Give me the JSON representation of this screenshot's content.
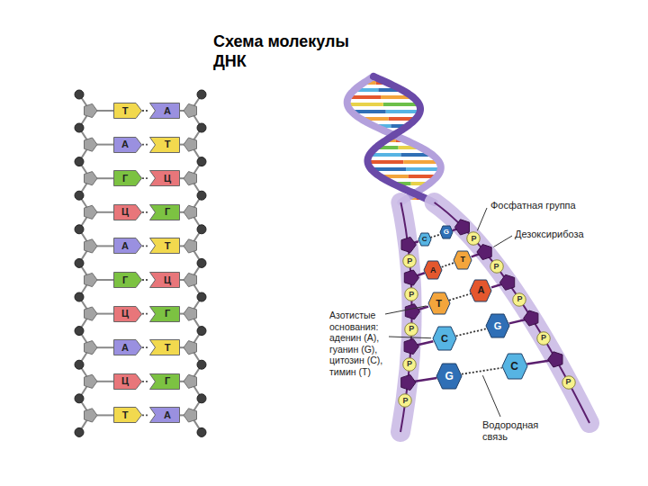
{
  "diagram": {
    "title": "Схема молекулы ДНК",
    "nodes": [
      {
        "text": [
          "Т"
        ]
      },
      {
        "text": [
          "А"
        ]
      },
      {
        "text": [
          "А"
        ]
      },
      {
        "text": [
          "Т"
        ]
      },
      {
        "text": [
          "Г"
        ]
      },
      {
        "text": [
          "Ц"
        ]
      },
      {
        "text": [
          "Ц"
        ]
      },
      {
        "text": [
          "Г"
        ]
      },
      {
        "text": [
          "А"
        ]
      },
      {
        "text": [
          "Т"
        ]
      },
      {
        "text": [
          "Г"
        ]
      },
      {
        "text": [
          "Ц"
        ]
      },
      {
        "text": [
          "Ц"
        ]
      },
      {
        "text": [
          "Г"
        ]
      },
      {
        "text": [
          "А"
        ]
      },
      {
        "text": [
          "Т"
        ]
      },
      {
        "text": [
          "Ц"
        ]
      },
      {
        "text": [
          "Г"
        ]
      },
      {
        "text": [
          "Т"
        ]
      },
      {
        "text": [
          "А"
        ]
      },
      {
        "text": [
          "C"
        ]
      },
      {
        "text": [
          "G"
        ]
      },
      {
        "text": [
          "A"
        ]
      },
      {
        "text": [
          "T"
        ]
      },
      {
        "text": [
          "T"
        ]
      },
      {
        "text": [
          "A"
        ]
      },
      {
        "text": [
          "C"
        ]
      },
      {
        "text": [
          "G"
        ]
      },
      {
        "text": [
          "G"
        ]
      },
      {
        "text": [
          "C"
        ]
      },
      {
        "text": [
          "P"
        ]
      },
      {
        "text": [
          "P"
        ]
      },
      {
        "text": [
          "P"
        ]
      },
      {
        "text": [
          "P"
        ]
      },
      {
        "text": [
          "P"
        ]
      },
      {
        "text": [
          "P"
        ]
      },
      {
        "text": [
          "P"
        ]
      },
      {
        "text": [
          "P"
        ]
      },
      {
        "text": [
          "P"
        ]
      },
      {
        "text": [
          "P"
        ]
      }
    ],
    "edges": [
      {
        "from": 0,
        "to": 1,
        "arrow": "none"
      },
      {
        "from": 2,
        "to": 3,
        "arrow": "none"
      },
      {
        "from": 4,
        "to": 5,
        "arrow": "none"
      },
      {
        "from": 6,
        "to": 7,
        "arrow": "none"
      },
      {
        "from": 8,
        "to": 9,
        "arrow": "none"
      },
      {
        "from": 10,
        "to": 11,
        "arrow": "none"
      },
      {
        "from": 12,
        "to": 13,
        "arrow": "none"
      },
      {
        "from": 14,
        "to": 15,
        "arrow": "none"
      },
      {
        "from": 16,
        "to": 17,
        "arrow": "none"
      },
      {
        "from": 18,
        "to": 19,
        "arrow": "none"
      },
      {
        "from": 20,
        "to": 21,
        "arrow": "none"
      },
      {
        "from": 22,
        "to": 23,
        "arrow": "none"
      },
      {
        "from": 24,
        "to": 25,
        "arrow": "none"
      },
      {
        "from": 26,
        "to": 27,
        "arrow": "none"
      },
      {
        "from": 28,
        "to": 29,
        "arrow": "none"
      }
    ],
    "labels": [
      "Фосфатная группа",
      "Дезоксирибоза",
      "Азотистые основания: аденин (A), гуанин (G), цитозин (C), тимин (T)",
      "Водородная связь"
    ]
  }
}
